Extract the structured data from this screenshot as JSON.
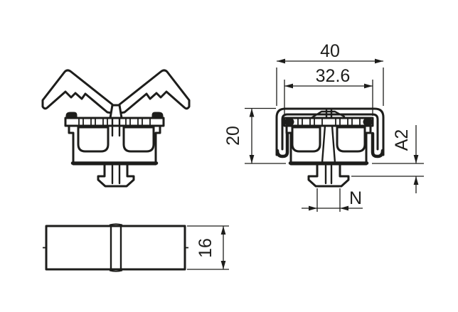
{
  "colors": {
    "background": "#ffffff",
    "line": "#1d1d1b"
  },
  "labels": {
    "outer_width": "40",
    "inner_width": "32.6",
    "height": "20",
    "clamp_range": "A2",
    "foot_width": "N",
    "depth": "16"
  }
}
